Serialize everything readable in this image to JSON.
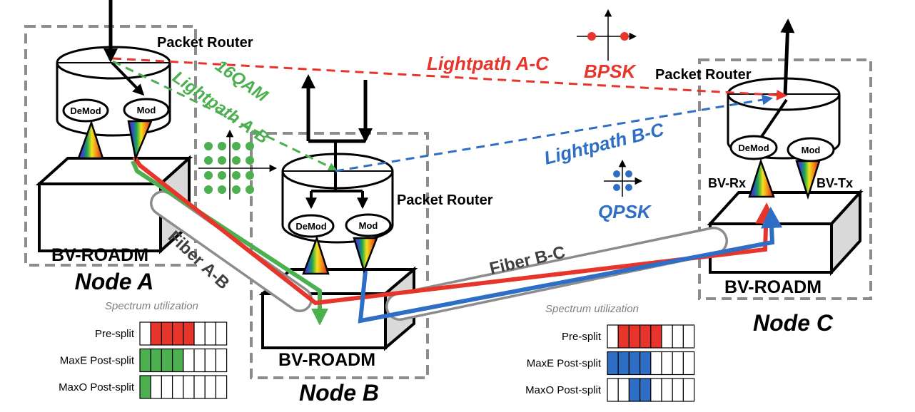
{
  "colors": {
    "red": "#e8352b",
    "green": "#4caf50",
    "blue": "#2e6ec4",
    "gray": "#8c8c8c",
    "black": "#000000"
  },
  "node_a": {
    "name": "Node A",
    "router": "Packet Router",
    "demod": "DeMod",
    "mod": "Mod",
    "roadm": "BV-ROADM"
  },
  "node_b": {
    "name": "Node B",
    "router": "Packet Router",
    "demod": "DeMod",
    "mod": "Mod",
    "roadm": "BV-ROADM"
  },
  "node_c": {
    "name": "Node C",
    "router": "Packet Router",
    "demod": "DeMod",
    "mod": "Mod",
    "rx": "BV-Rx",
    "tx": "BV-Tx",
    "roadm": "BV-ROADM"
  },
  "lightpaths": {
    "ac": "Lightpath A-C",
    "ab": "Lightpath A-B",
    "bc": "Lightpath B-C"
  },
  "modulations": {
    "bpsk": "BPSK",
    "qam16": "16QAM",
    "qpsk": "QPSK"
  },
  "fibers": {
    "ab": "Fiber A-B",
    "bc": "Fiber B-C"
  },
  "spectrum_left": {
    "title": "Spectrum utilization",
    "rows": [
      {
        "label": "Pre-split",
        "filled": [
          1,
          2,
          3,
          4
        ],
        "color": "#e8352b"
      },
      {
        "label": "MaxE Post-split",
        "filled": [
          0,
          1,
          2,
          3
        ],
        "color": "#4caf50"
      },
      {
        "label": "MaxO Post-split",
        "filled": [
          0
        ],
        "color": "#4caf50"
      }
    ],
    "slots": 8
  },
  "spectrum_right": {
    "title": "Spectrum utilization",
    "rows": [
      {
        "label": "Pre-split",
        "filled": [
          1,
          2,
          3,
          4
        ],
        "color": "#e8352b"
      },
      {
        "label": "MaxE Post-split",
        "filled": [
          0,
          1,
          2,
          3
        ],
        "color": "#2e6ec4"
      },
      {
        "label": "MaxO Post-split",
        "filled": [
          2,
          3
        ],
        "color": "#2e6ec4"
      }
    ],
    "slots": 8
  }
}
